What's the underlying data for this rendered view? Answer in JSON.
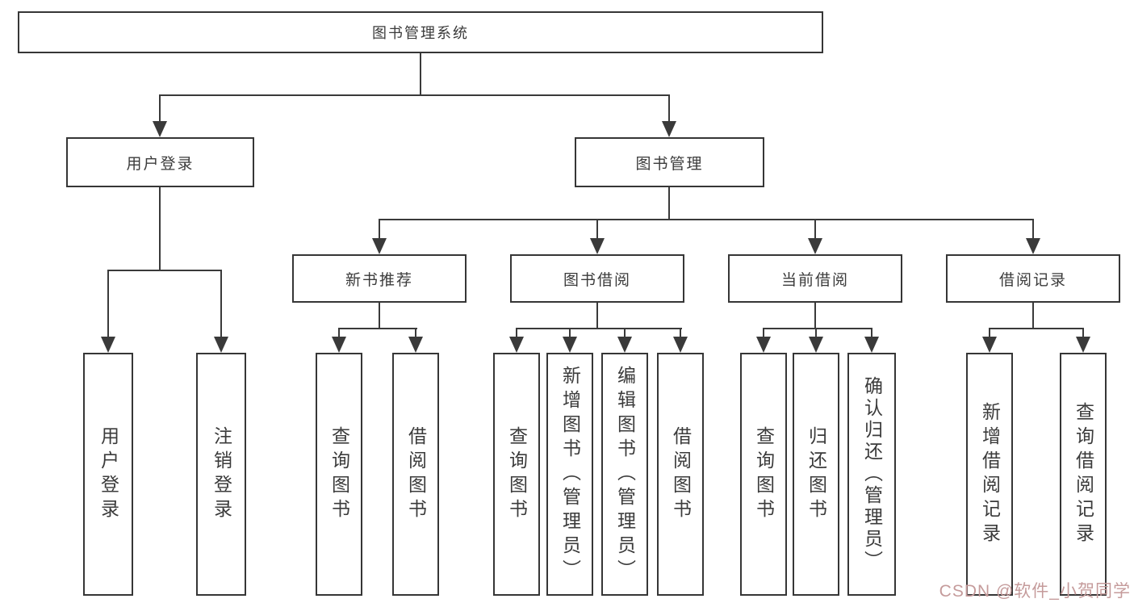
{
  "diagram": {
    "root": "图书管理系统",
    "branches": {
      "user_login": "用户登录",
      "book_mgmt": "图书管理"
    },
    "sections": {
      "new_books": "新书推荐",
      "book_borrow": "图书借阅",
      "current_borrow": "当前借阅",
      "borrow_records": "借阅记录"
    },
    "leaves": {
      "user_login_1": "用户登录",
      "user_login_2": "注销登录",
      "new_books_1": "查询图书",
      "new_books_2": "借阅图书",
      "book_borrow_1": "查询图书",
      "book_borrow_2": "新增图书（管理员）",
      "book_borrow_3": "编辑图书（管理员）",
      "book_borrow_4": "借阅图书",
      "current_1": "查询图书",
      "current_2": "归还图书",
      "current_3": "确认归还（管理员）",
      "records_1": "新增借阅记录",
      "records_2": "查询借阅记录"
    }
  },
  "watermark": {
    "text": "CSDN @软件_小贺同学"
  },
  "colors": {
    "line": "#3a3a3a",
    "box_border": "#363636",
    "text": "#3b3b3b",
    "watermark": "#c59b9b",
    "background": "#ffffff"
  }
}
